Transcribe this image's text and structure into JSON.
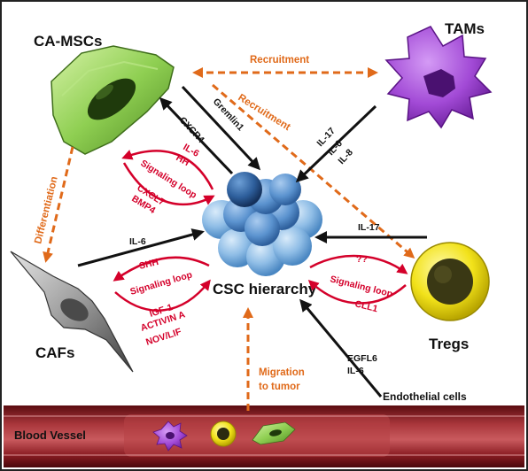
{
  "cells": {
    "ca_mscs": "CA-MSCs",
    "tams": "TAMs",
    "cafs": "CAFs",
    "tregs": "Tregs",
    "csc": "CSC hierarchy",
    "endothelial": "Endothelial cells",
    "blood_vessel": "Blood Vessel"
  },
  "orange_labels": {
    "recruitment_top": "Recruitment",
    "recruitment_diag": "Recruitment",
    "differentiation": "Differentiation",
    "migration_line1": "Migration",
    "migration_line2": "to tumor"
  },
  "black_labels": {
    "gremlin1": "Gremlin1",
    "cxcr4": "CXCR4",
    "il17_tam": "IL-17",
    "il6_tam": "IL-6",
    "il8_tam": "IL-8",
    "il6_caf": "IL-6",
    "il17_treg": "IL-17",
    "egfl6": "EGFL6",
    "il6_endo": "IL-6"
  },
  "signaling": {
    "msc_top1": "IL-6",
    "msc_top2": "HH",
    "msc_loop": "Signaling loop",
    "msc_bot1": "CXCL7",
    "msc_bot2": "BMP4",
    "caf_top": "SHH",
    "caf_loop": "Signaling loop",
    "caf_bot1": "IGF-1",
    "caf_bot2": "ACTIVIN A",
    "caf_bot3": "NOV/LIF",
    "treg_top": "??",
    "treg_loop": "Signaling loop",
    "treg_bot": "CLL1"
  },
  "colors": {
    "signaling_red": "#d4002a",
    "recruitment_orange": "#e06a1a",
    "arrow_black": "#111111",
    "tam_purple": "#a24ad6",
    "msc_green": "#8fcf52",
    "treg_yellow": "#f2e21a",
    "csc_blue": "#3d7fc0",
    "vessel_red": "#8a1c22"
  },
  "icons": [
    "ca-msc-cell-icon",
    "tam-cell-icon",
    "caf-cell-icon",
    "treg-cell-icon",
    "csc-cluster-icon",
    "blood-vessel-icon"
  ]
}
